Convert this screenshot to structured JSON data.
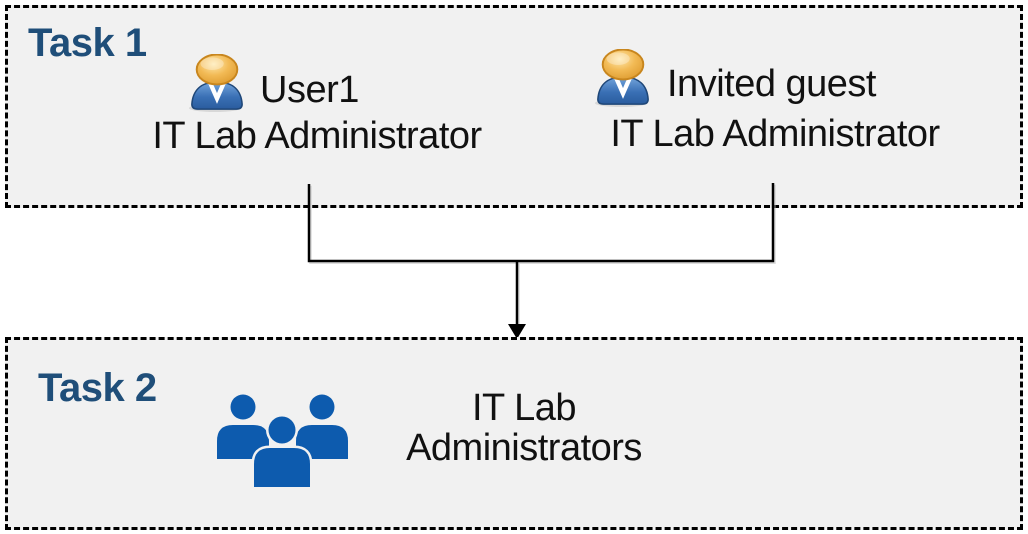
{
  "colors": {
    "canvas_bg": "#FFFFFF",
    "box_bg": "#F1F1F1",
    "box_border": "#000000",
    "task_label_blue": "#1F4E79",
    "group_icon_blue": "#0D5BAE",
    "person_body_blue": "#3A70B5",
    "person_head_gold": "#EBA93F",
    "connector": "#000000",
    "text": "#111111"
  },
  "task1": {
    "label": "Task 1",
    "people": [
      {
        "icon": "person-icon",
        "name": "User1",
        "role": "IT Lab Administrator"
      },
      {
        "icon": "person-icon",
        "name": "Invited guest",
        "role": "IT Lab Administrator"
      }
    ]
  },
  "connector": {
    "icon": "merge-arrow",
    "type": "two lines merge into one down arrow"
  },
  "task2": {
    "label": "Task 2",
    "group": {
      "icon": "people-group-icon",
      "line1": "IT Lab",
      "line2": "Administrators"
    }
  }
}
